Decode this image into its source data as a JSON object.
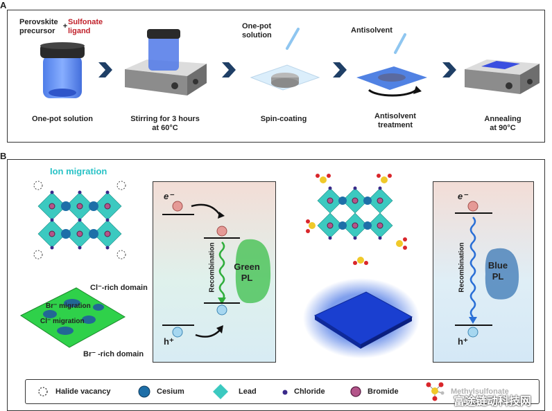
{
  "panel_a": {
    "letter": "A",
    "precursor_label": "Perovskite\nprecursor",
    "plus": "+",
    "ligand_label": "Sulfonate\nligand",
    "onepot_solution_top": "One-pot\nsolution",
    "antisolvent_top": "Antisolvent",
    "steps": [
      "One-pot solution",
      "Stirring for 3 hours\nat 60°C",
      "Spin-coating",
      "Antisolvent\ntreatment",
      "Annealing\nat 90°C"
    ]
  },
  "panel_b": {
    "letter": "B",
    "ion_migration": "Ion migration",
    "cl_rich": "Cl⁻-rich domain",
    "br_migration": "Br⁻ migration",
    "cl_migration": "Cl⁻ migration",
    "br_rich": "Br⁻ -rich domain",
    "green_box": {
      "electron": "e⁻",
      "hole": "h⁺",
      "recombination": "Recombination",
      "pl": "Green\nPL"
    },
    "blue_box": {
      "electron": "e⁻",
      "hole": "h⁺",
      "recombination": "Recombination",
      "pl": "Blue\nPL"
    }
  },
  "legend": {
    "items": [
      "Halide vacancy",
      "Cesium",
      "Lead",
      "Chloride",
      "Bromide",
      "Methylsulfonate"
    ],
    "watermark": "富途链动科技网"
  },
  "colors": {
    "green": "#3bbf4a",
    "blue": "#1f5fd6",
    "lead_teal": "#3cc9c0",
    "cesium": "#1e6fa8",
    "bromide": "#b4558a",
    "chloride": "#3a2a8a"
  }
}
